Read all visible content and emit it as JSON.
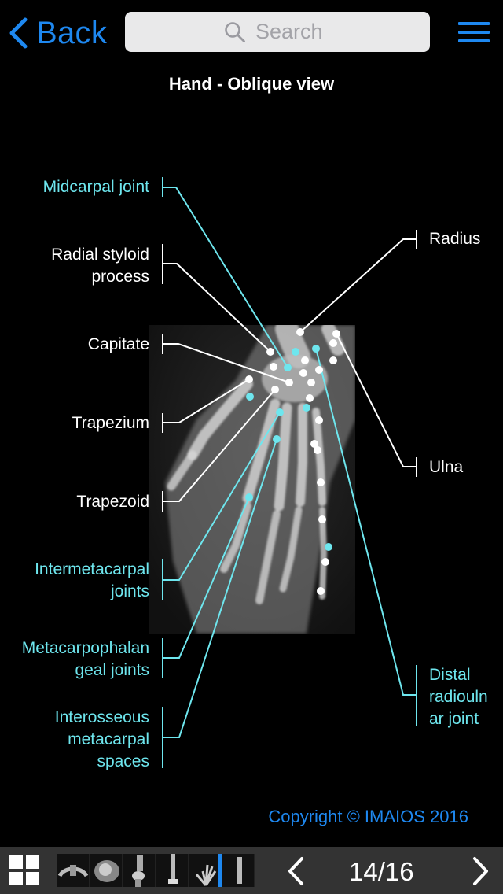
{
  "header": {
    "back_label": "Back",
    "search_placeholder": "Search",
    "accent_color": "#1e88f0"
  },
  "title": "Hand - Oblique view",
  "labels_left": [
    {
      "name": "midcarpal-joint",
      "text": "Midcarpal joint",
      "color": "cyan"
    },
    {
      "name": "radial-styloid-process",
      "text": "Radial styloid\nprocess",
      "color": "white"
    },
    {
      "name": "capitate",
      "text": "Capitate",
      "color": "white"
    },
    {
      "name": "trapezium",
      "text": "Trapezium",
      "color": "white"
    },
    {
      "name": "trapezoid",
      "text": "Trapezoid",
      "color": "white"
    },
    {
      "name": "intermetacarpal-joints",
      "text": "Intermetacarpal\njoints",
      "color": "cyan"
    },
    {
      "name": "metacarpophalangeal-joints",
      "text": "Metacarpophalan\ngeal joints",
      "color": "cyan"
    },
    {
      "name": "interosseous-metacarpal-spaces",
      "text": "Interosseous\nmetacarpal\nspaces",
      "color": "cyan"
    }
  ],
  "labels_right": [
    {
      "name": "radius",
      "text": "Radius",
      "color": "white"
    },
    {
      "name": "ulna",
      "text": "Ulna",
      "color": "white"
    },
    {
      "name": "distal-radioulnar-joint",
      "text": "Distal\nradiouln\nar joint",
      "color": "cyan"
    }
  ],
  "colors": {
    "white_label": "#ffffff",
    "cyan_label": "#6ee6ee",
    "background": "#000000"
  },
  "copyright": "Copyright © IMAIOS 2016",
  "footer": {
    "page_indicator": "14/16",
    "thumbnail_count": 6,
    "active_thumbnail": 5
  }
}
